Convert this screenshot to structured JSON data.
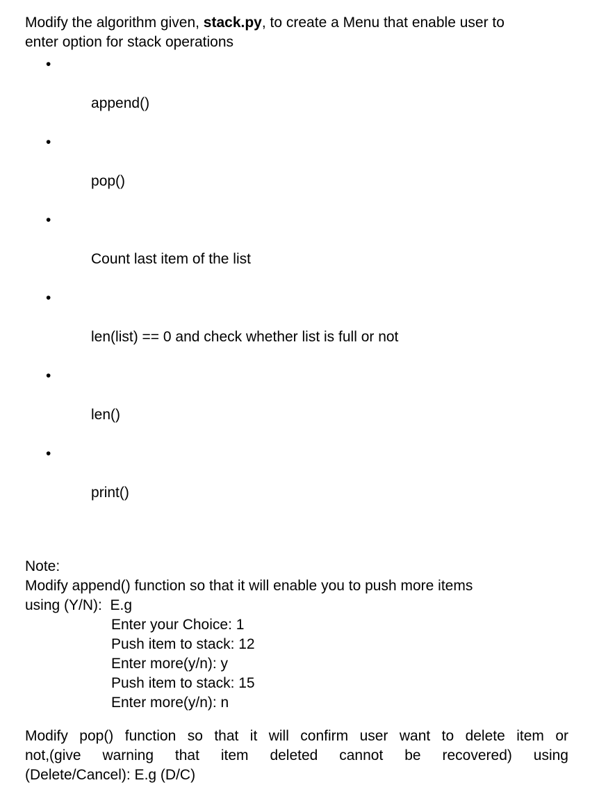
{
  "page": {
    "background": "#ffffff",
    "text_color": "#000000"
  },
  "intro_paragraph": {
    "line1_before_bold": "Modify the algorithm given, ",
    "line1_bold": "stack.py",
    "line1_after_bold": ", to create a Menu that enable user to",
    "line2": "enter option for stack operations"
  },
  "operations_list": {
    "bullet_glyph": "•",
    "items": [
      "append()",
      "pop()",
      "Count last item of the list",
      "len(list) == 0 and check whether list is full or not",
      "len()",
      "print()"
    ]
  },
  "note_section": {
    "label": "Note:",
    "line1": "Modify append() function so that it will enable you to push more items",
    "line2": "using (Y/N):  E.g",
    "example_lines": [
      "Enter your Choice: 1",
      "Push item to stack: 12",
      "Enter more(y/n): y",
      "Push item to stack: 15",
      "Enter more(y/n): n"
    ]
  },
  "pop_section": {
    "justified_lines": [
      "Modify pop() function so that it will confirm user want to delete item or",
      "not,(give warning that item deleted cannot be recovered) using"
    ],
    "last_line": "(Delete/Cancel): E.g (D/C)"
  }
}
